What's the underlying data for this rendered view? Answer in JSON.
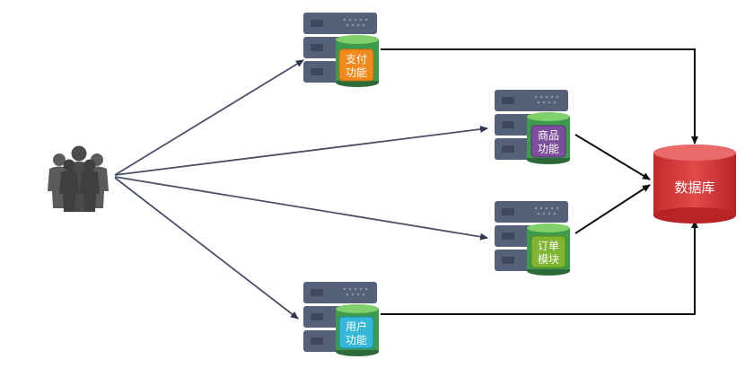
{
  "services": [
    {
      "id": "payment",
      "line1": "支付",
      "line2": "功能",
      "color": "#f08a1c"
    },
    {
      "id": "product",
      "line1": "商品",
      "line2": "功能",
      "color": "#7c4e9c"
    },
    {
      "id": "order",
      "line1": "订单",
      "line2": "模块",
      "color": "#7fb530"
    },
    {
      "id": "user",
      "line1": "用户",
      "line2": "功能",
      "color": "#35b8d8"
    }
  ],
  "database": {
    "label": "数据库",
    "color": "#d9383a"
  },
  "users": {
    "icon": "users-group-icon"
  },
  "colors": {
    "server_body": "#556079",
    "server_slot": "#3e475c",
    "arrow": "#4a5068"
  }
}
